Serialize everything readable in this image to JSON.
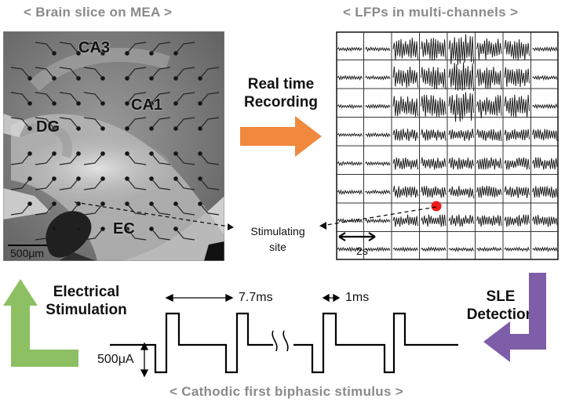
{
  "captions": {
    "top_left": "< Brain slice on MEA >",
    "top_right": "< LFPs in multi-channels >",
    "bottom": "< Cathodic first biphasic stimulus >"
  },
  "slice": {
    "regions": [
      "CA3",
      "CA1",
      "DG",
      "EC"
    ],
    "scale_bar": "500μm"
  },
  "stimulating_site": {
    "line1": "Stimulating",
    "line2": "site"
  },
  "recording": {
    "line1": "Real time",
    "line2": "Recording",
    "arrow_color": "#f0883e"
  },
  "lfp": {
    "scale_label": "2s",
    "stim_marker_color": "#ee1c1c"
  },
  "sle": {
    "line1": "SLE",
    "line2": "Detection",
    "arrow_color": "#7e5ea8"
  },
  "electrical": {
    "line1": "Electrical",
    "line2": "Stimulation",
    "arrow_color": "#8dc063"
  },
  "waveform": {
    "interval_label": "7.7ms",
    "pulse_label": "1ms",
    "amplitude_label": "500μA"
  }
}
